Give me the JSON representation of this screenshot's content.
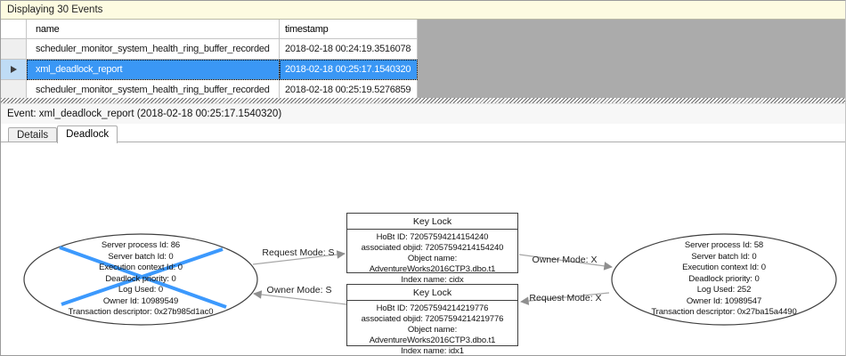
{
  "info_bar": {
    "text": "Displaying 30 Events"
  },
  "grid": {
    "columns": {
      "name": "name",
      "timestamp": "timestamp"
    },
    "rows": [
      {
        "name": "scheduler_monitor_system_health_ring_buffer_recorded",
        "timestamp": "2018-02-18 00:24:19.3516078",
        "selected": false
      },
      {
        "name": "xml_deadlock_report",
        "timestamp": "2018-02-18 00:25:17.1540320",
        "selected": true
      },
      {
        "name": "scheduler_monitor_system_health_ring_buffer_recorded",
        "timestamp": "2018-02-18 00:25:19.5276859",
        "selected": false
      }
    ]
  },
  "event_bar": {
    "text": "Event: xml_deadlock_report (2018-02-18 00:25:17.1540320)"
  },
  "tabs": [
    {
      "label": "Details",
      "active": false
    },
    {
      "label": "Deadlock",
      "active": true
    }
  ],
  "deadlock_graph": {
    "processes": [
      {
        "victim": true,
        "lines": [
          "Server process Id: 86",
          "Server batch Id: 0",
          "Execution context Id: 0",
          "Deadlock priority: 0",
          "Log Used: 0",
          "Owner Id: 10989549",
          "Transaction descriptor: 0x27b985d1ac0"
        ]
      },
      {
        "victim": false,
        "lines": [
          "Server process Id: 58",
          "Server batch Id: 0",
          "Execution context Id: 0",
          "Deadlock priority: 0",
          "Log Used: 252",
          "Owner Id: 10989547",
          "Transaction descriptor: 0x27ba15a4490"
        ]
      }
    ],
    "resources": [
      {
        "title": "Key Lock",
        "lines": [
          "HoBt ID: 72057594214154240",
          "associated objid: 72057594214154240",
          "Object name: AdventureWorks2016CTP3.dbo.t1",
          "Index name: cidx"
        ]
      },
      {
        "title": "Key Lock",
        "lines": [
          "HoBt ID: 72057594214219776",
          "associated objid: 72057594214219776",
          "Object name: AdventureWorks2016CTP3.dbo.t1",
          "Index name: idx1"
        ]
      }
    ],
    "edges": [
      {
        "label": "Request Mode: S"
      },
      {
        "label": "Owner Mode: S"
      },
      {
        "label": "Owner Mode: X"
      },
      {
        "label": "Request Mode: X"
      }
    ]
  },
  "colors": {
    "selection_blue": "#3a97f5",
    "victim_cross_blue": "#3c99fd",
    "info_bar_yellow": "#fdfbe1",
    "grid_filler_gray": "#ababab",
    "edge_gray": "#a0a0a0"
  }
}
